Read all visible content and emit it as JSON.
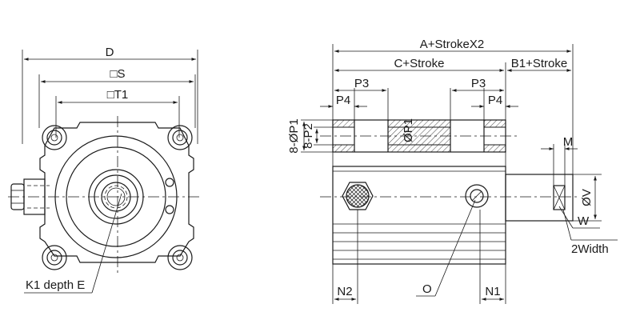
{
  "labels": {
    "d": "D",
    "s": "□S",
    "t1": "□T1",
    "k1": "K1 depth E",
    "a_stroke": "A+StrokeX2",
    "c_stroke": "C+Stroke",
    "b1_stroke": "B1+Stroke",
    "p3_left": "P3",
    "p3_right": "P3",
    "p4_left": "P4",
    "p4_right": "P4",
    "p1_holes": "8-ØP1",
    "p2_holes": "8-P2",
    "p1_dia": "ØP1",
    "m": "M",
    "v": "ØV",
    "w": "W",
    "width2": "2Width",
    "n2": "N2",
    "n1": "N1",
    "o": "O"
  }
}
